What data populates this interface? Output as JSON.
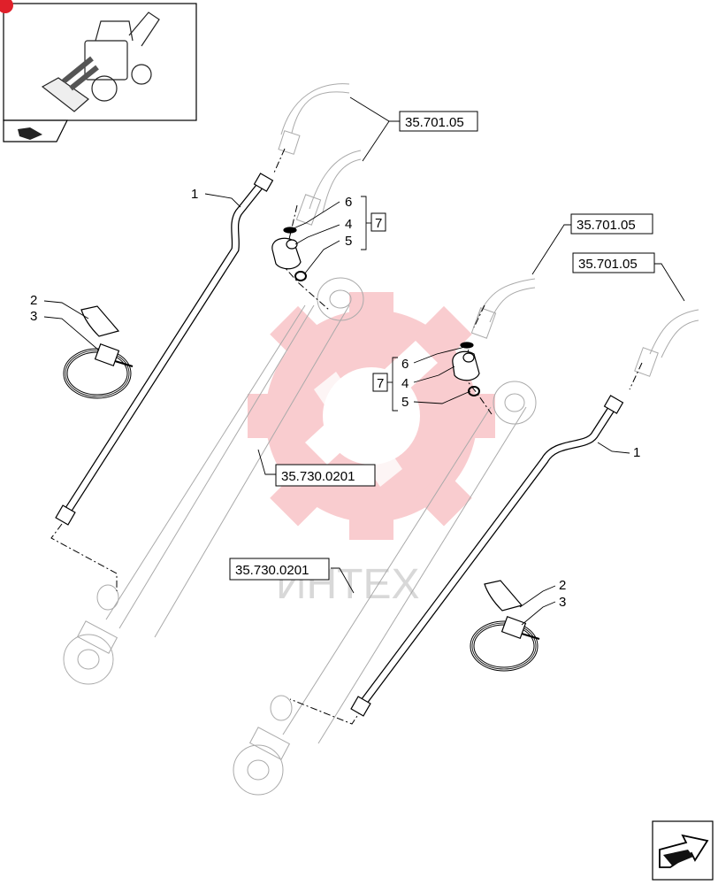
{
  "watermark": {
    "text": "ИНТЕХ",
    "color": "#f5a3a8"
  },
  "references": {
    "hose_top": "35.701.05",
    "hose_right_upper": "35.701.05",
    "hose_right_lower": "35.701.05",
    "cylinder_upper": "35.730.0201",
    "cylinder_lower": "35.730.0201"
  },
  "callouts": {
    "left_assembly": {
      "pipe": "1",
      "clamp_cover": "2",
      "clamp": "3",
      "fitting": "4",
      "seal": "5",
      "oring": "6",
      "kit": "7"
    },
    "right_assembly": {
      "pipe": "1",
      "clamp_cover": "2",
      "clamp": "3",
      "fitting": "4",
      "seal": "5",
      "oring": "6",
      "kit": "7"
    }
  },
  "icons": {
    "thumbnail": "backhoe-loader-thumbnail",
    "nav_prev": "arrow-back-icon",
    "nav_next": "arrow-next-icon"
  },
  "colors": {
    "accent": "#e0202a",
    "line": "#000000",
    "ghost": "#b0b0b0"
  }
}
